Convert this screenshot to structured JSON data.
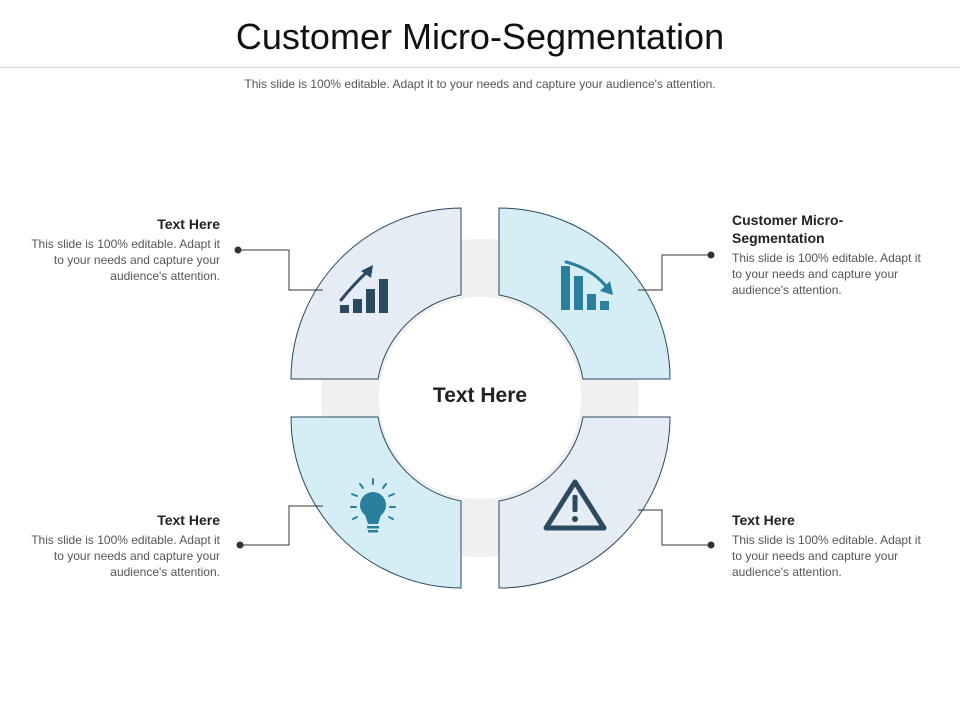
{
  "title": "Customer Micro-Segmentation",
  "subtitle": "This slide is 100% editable. Adapt it to your needs and capture your audience's attention.",
  "center_label": "Text Here",
  "blocks": {
    "top_left": {
      "heading": "Text Here",
      "body": "This slide is 100% editable. Adapt it to your needs and capture your audience's attention.",
      "icon": "growth-chart-icon"
    },
    "top_right": {
      "heading": "Customer Micro-Segmentation",
      "body": "This slide is 100% editable. Adapt it to your needs and capture your audience's attention.",
      "icon": "decline-chart-icon"
    },
    "bottom_left": {
      "heading": "Text Here",
      "body": "This slide is 100% editable. Adapt it to your needs and capture your audience's attention.",
      "icon": "lightbulb-icon"
    },
    "bottom_right": {
      "heading": "Text Here",
      "body": "This slide is 100% editable. Adapt it to your needs and capture your audience's attention.",
      "icon": "warning-icon"
    }
  },
  "colors": {
    "segment_light_gray": "#e6ecf3",
    "segment_light_cyan": "#d5eef5",
    "icon_dark": "#2b4a62",
    "icon_teal": "#2a7f9f",
    "ring_bg": "#f0f0f0",
    "connector": "#333333"
  }
}
